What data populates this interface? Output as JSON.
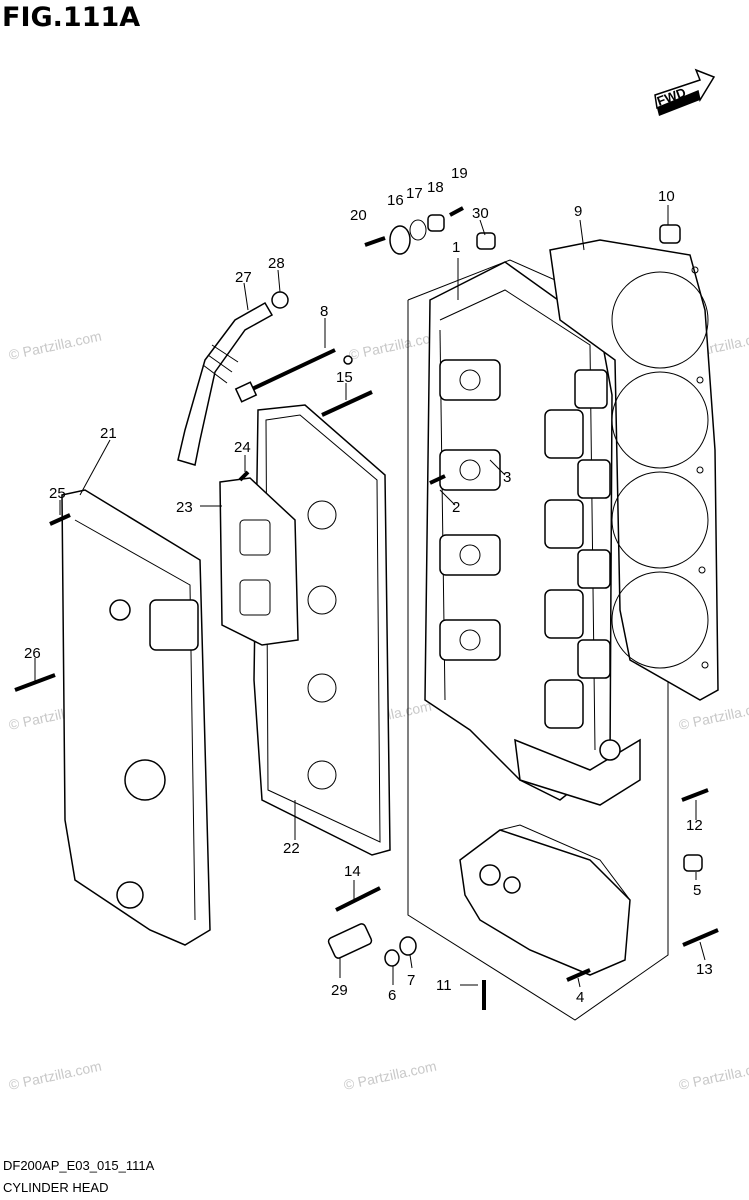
{
  "figure": {
    "title": "FIG.111A",
    "code": "DF200AP_E03_015_111A",
    "name": "CYLINDER HEAD"
  },
  "fwd_label": "FWD",
  "watermark": "© Partzilla.com",
  "callouts": [
    "1",
    "2",
    "3",
    "4",
    "5",
    "6",
    "7",
    "8",
    "9",
    "10",
    "11",
    "12",
    "13",
    "14",
    "15",
    "16",
    "17",
    "18",
    "19",
    "20",
    "21",
    "22",
    "23",
    "24",
    "25",
    "26",
    "27",
    "28",
    "29",
    "30"
  ]
}
